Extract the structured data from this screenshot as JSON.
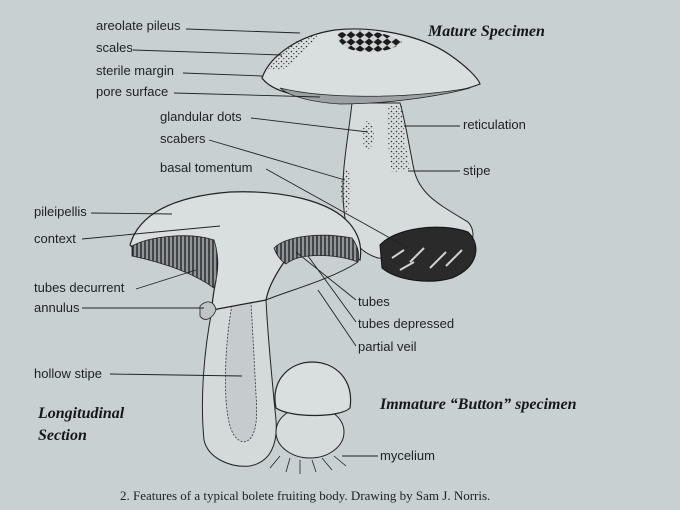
{
  "labels": {
    "areolate_pileus": "areolate pileus",
    "scales": "scales",
    "sterile_margin": "sterile margin",
    "pore_surface": "pore surface",
    "glandular_dots": "glandular dots",
    "scabers": "scabers",
    "basal_tomentum": "basal tomentum",
    "reticulation": "reticulation",
    "stipe": "stipe",
    "pileipellis": "pileipellis",
    "context": "context",
    "tubes_decurrent": "tubes decurrent",
    "annulus": "annulus",
    "hollow_stipe": "hollow stipe",
    "tubes": "tubes",
    "tubes_depressed": "tubes depressed",
    "partial_veil": "partial veil",
    "mycelium": "mycelium"
  },
  "titles": {
    "mature": "Mature Specimen",
    "immature": "Immature “Button” specimen",
    "section_line1": "Longitudinal",
    "section_line2": "Section"
  },
  "caption": "2. Features of a typical bolete fruiting body. Drawing by Sam J. Norris.",
  "colors": {
    "paper": "#c9d0d2",
    "ink": "#1d2024"
  }
}
